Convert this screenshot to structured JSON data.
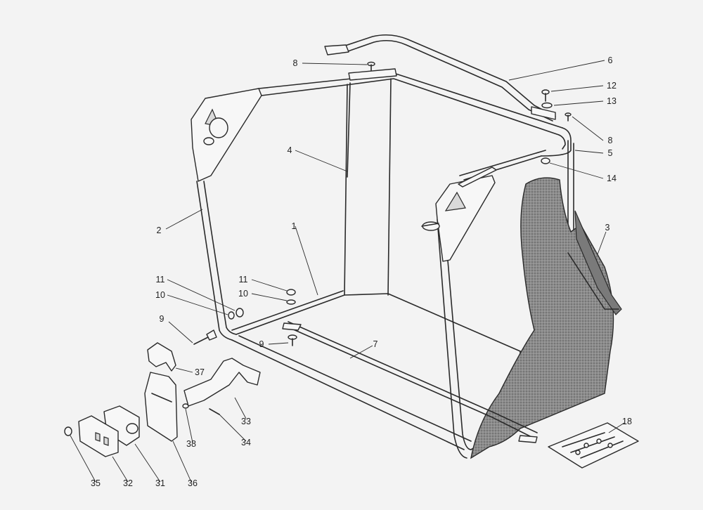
{
  "diagram": {
    "callouts": [
      {
        "id": "c1",
        "label": "1"
      },
      {
        "id": "c2",
        "label": "2"
      },
      {
        "id": "c3",
        "label": "3"
      },
      {
        "id": "c4",
        "label": "4"
      },
      {
        "id": "c5",
        "label": "5"
      },
      {
        "id": "c6",
        "label": "6"
      },
      {
        "id": "c7",
        "label": "7"
      },
      {
        "id": "c8a",
        "label": "8"
      },
      {
        "id": "c8b",
        "label": "8"
      },
      {
        "id": "c9a",
        "label": "9"
      },
      {
        "id": "c9b",
        "label": "9"
      },
      {
        "id": "c10a",
        "label": "10"
      },
      {
        "id": "c10b",
        "label": "10"
      },
      {
        "id": "c11a",
        "label": "11"
      },
      {
        "id": "c11b",
        "label": "11"
      },
      {
        "id": "c12",
        "label": "12"
      },
      {
        "id": "c13",
        "label": "13"
      },
      {
        "id": "c14",
        "label": "14"
      },
      {
        "id": "c18",
        "label": "18"
      },
      {
        "id": "c31",
        "label": "31"
      },
      {
        "id": "c32",
        "label": "32"
      },
      {
        "id": "c33",
        "label": "33"
      },
      {
        "id": "c34",
        "label": "34"
      },
      {
        "id": "c35",
        "label": "35"
      },
      {
        "id": "c36",
        "label": "36"
      },
      {
        "id": "c37",
        "label": "37"
      },
      {
        "id": "c38",
        "label": "38"
      }
    ]
  }
}
